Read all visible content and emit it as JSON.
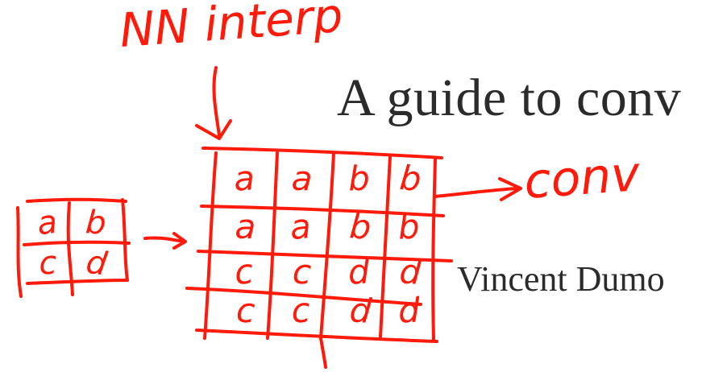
{
  "document": {
    "title_fragment": "A guide to conv",
    "author_fragment": "Vincent Dumo"
  },
  "annotations": {
    "ink_color": "#ff1a0a",
    "header_label": "NN interp",
    "output_label": "conv",
    "small_grid": [
      [
        "a",
        "b"
      ],
      [
        "c",
        "d"
      ]
    ],
    "large_grid": [
      [
        "a",
        "a",
        "b",
        "b"
      ],
      [
        "a",
        "a",
        "b",
        "b"
      ],
      [
        "c",
        "c",
        "d",
        "d"
      ],
      [
        "c",
        "c",
        "d",
        "d"
      ]
    ]
  }
}
